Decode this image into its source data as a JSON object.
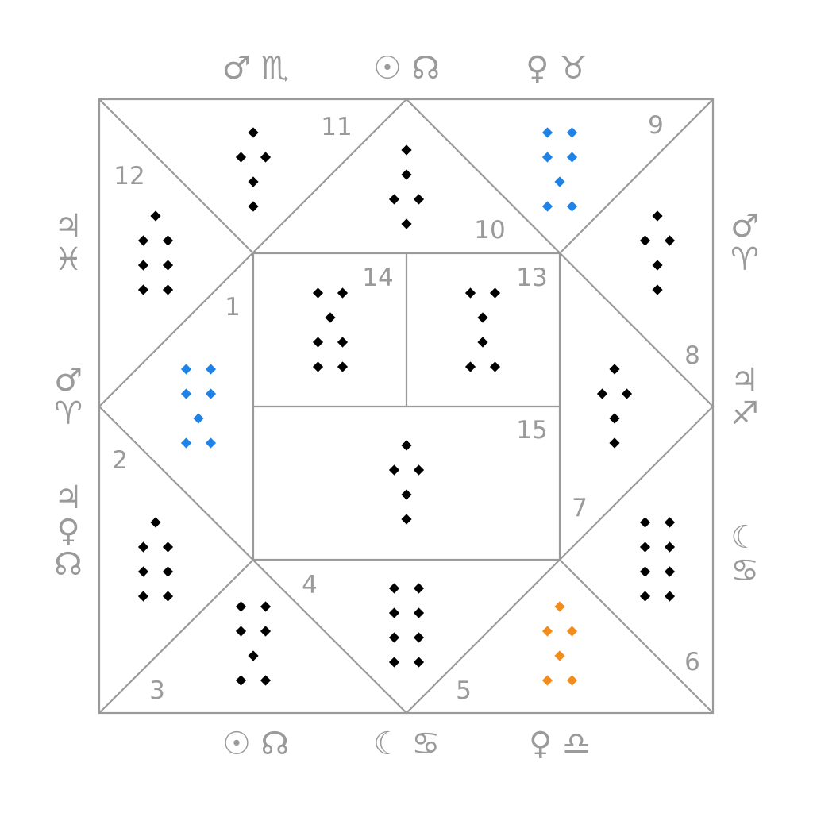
{
  "colors": {
    "line": "#9a9a9a",
    "text": "#9a9a9a",
    "dot_default": "#000000",
    "dot_blue": "#1f82e6",
    "dot_orange": "#f28c1a"
  },
  "houses": [
    {
      "number": "1",
      "figure": [
        2,
        2,
        1,
        2
      ],
      "color": "blue"
    },
    {
      "number": "2",
      "figure": [
        1,
        2,
        2,
        2
      ],
      "color": "default"
    },
    {
      "number": "3",
      "figure": [
        2,
        2,
        1,
        2
      ],
      "color": "default"
    },
    {
      "number": "4",
      "figure": [
        2,
        2,
        2,
        2
      ],
      "color": "default"
    },
    {
      "number": "5",
      "figure": [
        1,
        2,
        1,
        2
      ],
      "color": "orange"
    },
    {
      "number": "6",
      "figure": [
        2,
        2,
        2,
        2
      ],
      "color": "default"
    },
    {
      "number": "7",
      "figure": [
        1,
        2,
        1,
        1
      ],
      "color": "default"
    },
    {
      "number": "8",
      "figure": [
        1,
        2,
        1,
        1
      ],
      "color": "default"
    },
    {
      "number": "9",
      "figure": [
        2,
        2,
        1,
        2
      ],
      "color": "blue"
    },
    {
      "number": "10",
      "figure": [
        1,
        1,
        2,
        1
      ],
      "color": "default"
    },
    {
      "number": "11",
      "figure": [
        1,
        2,
        1,
        1
      ],
      "color": "default"
    },
    {
      "number": "12",
      "figure": [
        1,
        2,
        2,
        2
      ],
      "color": "default"
    },
    {
      "number": "13",
      "figure": [
        2,
        1,
        1,
        2
      ],
      "color": "default"
    },
    {
      "number": "14",
      "figure": [
        2,
        1,
        2,
        2
      ],
      "color": "default"
    },
    {
      "number": "15",
      "figure": [
        1,
        2,
        1,
        1
      ],
      "color": "default"
    }
  ],
  "symbols": {
    "top": [
      "♂♏",
      "☉☊",
      "♀♉"
    ],
    "bottom": [
      "☉☊",
      "☾♋",
      "♀♎"
    ],
    "left": [
      "♃♓",
      "♂♈",
      "♃♀☊"
    ],
    "right": [
      "♂♈",
      "♃♐",
      "☾♋"
    ]
  }
}
